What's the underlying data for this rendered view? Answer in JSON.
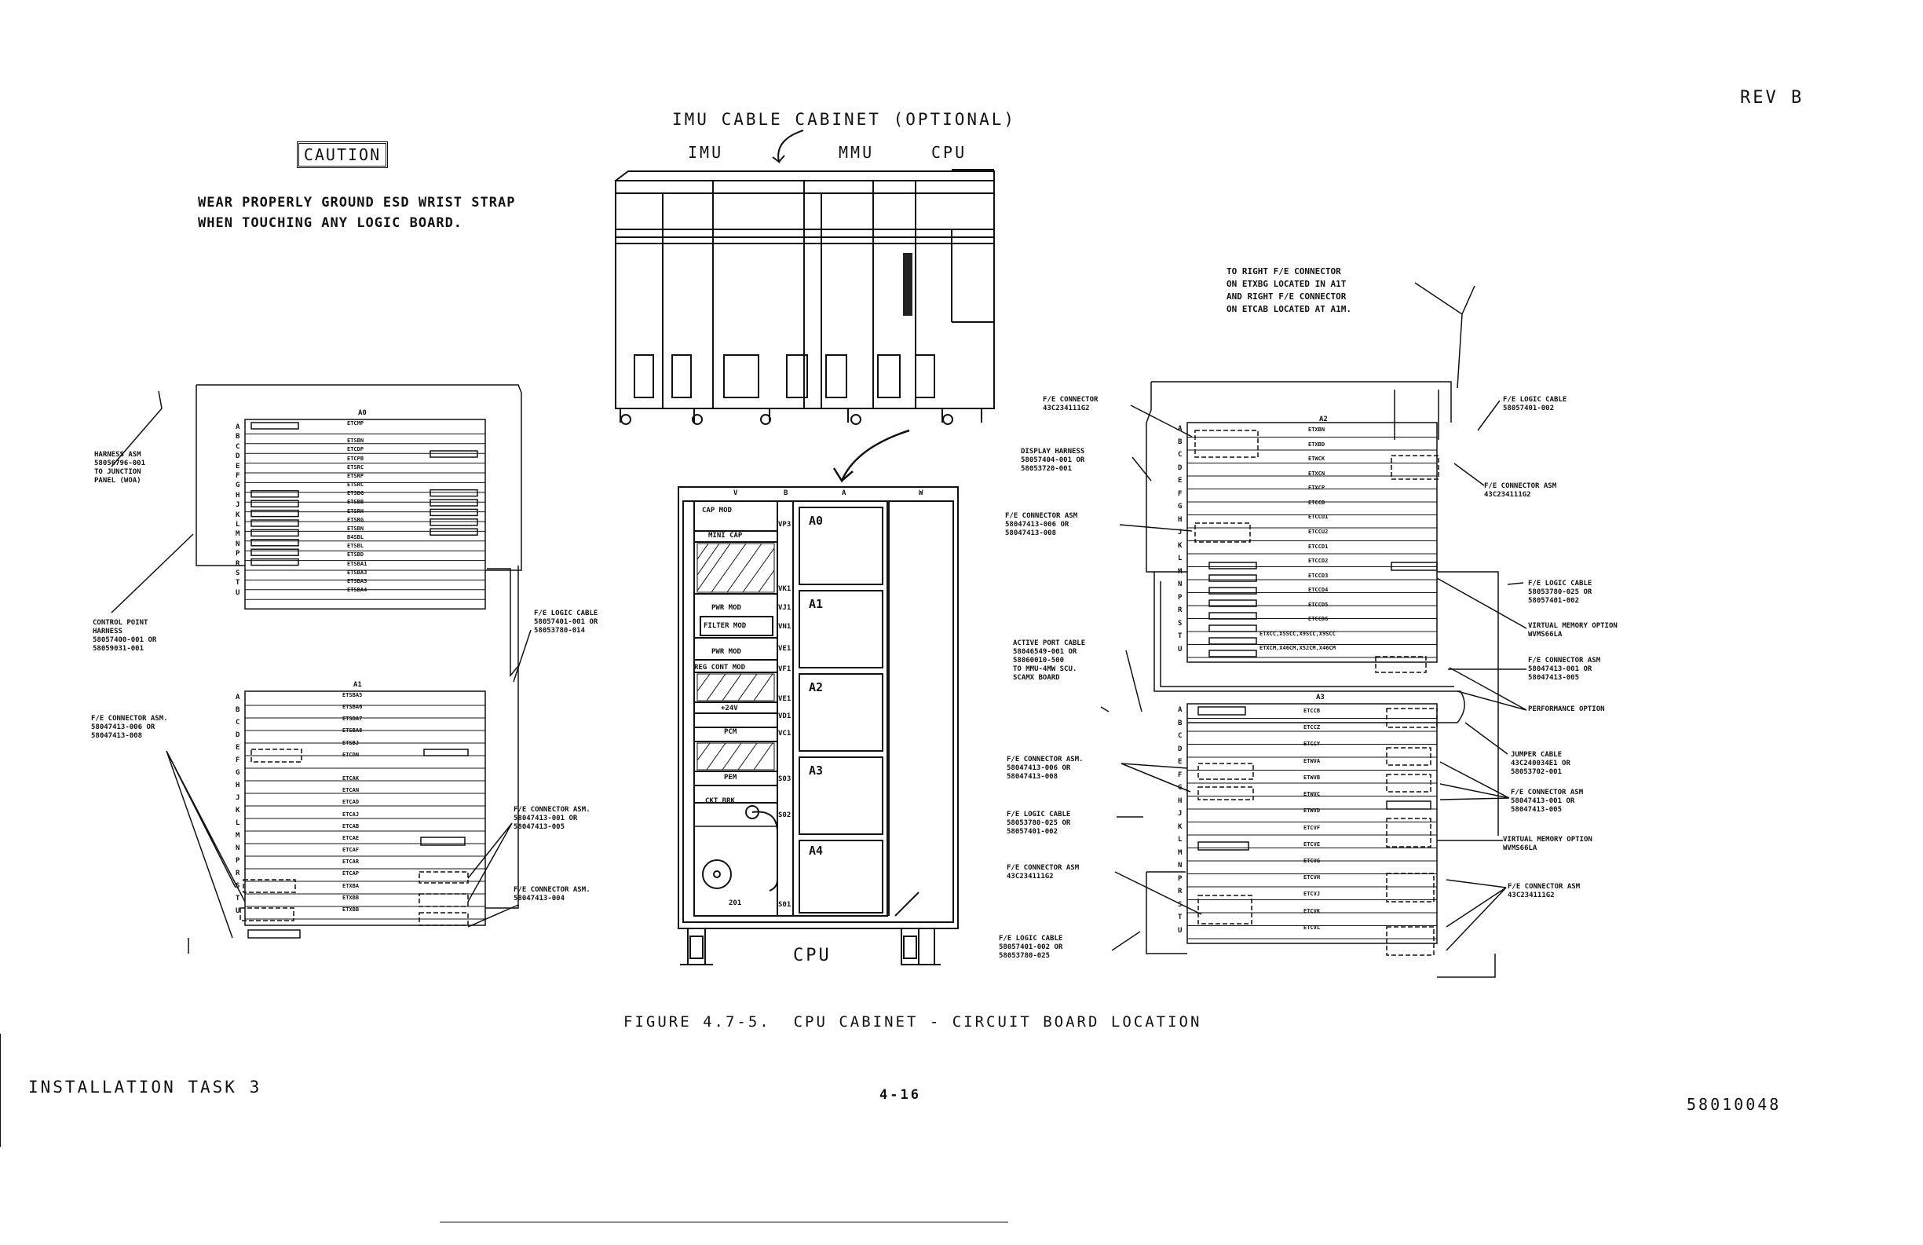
{
  "header": {
    "rev": "REV B"
  },
  "caution": {
    "label": "CAUTION",
    "line1": "WEAR PROPERLY GROUND ESD WRIST STRAP",
    "line2": "WHEN TOUCHING ANY LOGIC BOARD."
  },
  "imu_cabinet": {
    "title": "IMU CABLE CABINET (OPTIONAL)",
    "labels": [
      "IMU",
      "MMU",
      "CPU"
    ]
  },
  "cpu_cabinet": {
    "label": "CPU",
    "column_heads": [
      "V",
      "B",
      "A",
      "W"
    ],
    "modules": [
      "CAP MOD",
      "MINI CAP",
      "PWR MOD",
      "FILTER MOD",
      "PWR MOD",
      "REG CONT MOD",
      "+24V",
      "PCM",
      "PEM",
      "CKT BRK",
      "201"
    ],
    "side_codes": [
      "VP3",
      "VK1",
      "VJ1",
      "VN1",
      "VE1",
      "VF1",
      "VE1",
      "VD1",
      "VC1",
      "S03",
      "S02",
      "S01"
    ],
    "slots": [
      "A0",
      "A1",
      "A2",
      "A3",
      "A4"
    ]
  },
  "left_panel": {
    "rows_a0": [
      "A",
      "B",
      "C",
      "D",
      "E",
      "F",
      "G",
      "H",
      "J",
      "K",
      "L",
      "M",
      "N",
      "P",
      "R",
      "S",
      "T",
      "U"
    ],
    "rows_a1": [
      "A",
      "B",
      "C",
      "D",
      "E",
      "F",
      "G",
      "H",
      "J",
      "K",
      "L",
      "M",
      "N",
      "P",
      "R",
      "S",
      "T",
      "U"
    ],
    "a0_title": "A0",
    "a1_title": "A1",
    "a0_boards": [
      "ETCMP",
      "",
      "ETSBN",
      "ETCDP",
      "ETCPB",
      "ETSRC",
      "ETSRP",
      "ETSRC",
      "ETSBG",
      "ETSBB",
      "ETSRH",
      "ETSRG",
      "ETSBN",
      "B4SBL",
      "ETSBL",
      "ETSBD",
      "ETSBA1",
      "ETSBA3",
      "ETSBA3",
      "ETSBA4"
    ],
    "a1_boards": [
      "ETSBA5",
      "ETSBA6",
      "ETSBA7",
      "ETSBA8",
      "ETSBJ",
      "ETCDN",
      "",
      "ETCAK",
      "ETCAN",
      "ETCAD",
      "ETCAJ",
      "ETCAB",
      "ETCAE",
      "ETCAF",
      "ETCAR",
      "ETCAP",
      "ETXBA",
      "ETXBB",
      "ETXBB"
    ],
    "callouts": {
      "harness": "HARNESS ASM\n58056796-001\nTO JUNCTION\nPANEL (WOA)",
      "control_point": "CONTROL POINT\nHARNESS\n58057400-001 OR\n58059031-001",
      "fe_conn_left": "F/E CONNECTOR ASM.\n58047413-006 OR\n58047413-008",
      "fe_logic_mid": "F/E LOGIC CABLE\n58057401-001 OR\n58053780-014",
      "fe_conn_mid1": "F/E CONNECTOR ASM.\n58047413-001 OR\n58047413-005",
      "fe_conn_mid2": "F/E CONNECTOR ASM.\n58047413-004"
    }
  },
  "right_panel": {
    "a2_title": "A2",
    "a3_title": "A3",
    "rows_a2": [
      "A",
      "B",
      "C",
      "D",
      "E",
      "F",
      "G",
      "H",
      "J",
      "K",
      "L",
      "M",
      "N",
      "P",
      "R",
      "S",
      "T",
      "U"
    ],
    "rows_a3": [
      "A",
      "B",
      "C",
      "D",
      "E",
      "F",
      "G",
      "H",
      "J",
      "K",
      "L",
      "M",
      "N",
      "P",
      "R",
      "S",
      "T",
      "U"
    ],
    "a2_boards": [
      "ETXBN",
      "ETXBD",
      "ETWCK",
      "ETXCN",
      "ETXCP",
      "ETCCB",
      "ETCCU1",
      "ETCCU2",
      "ETCCD1",
      "ETCCD2",
      "ETCCD3",
      "ETCCD4",
      "ETCCD5",
      "ETCCD6",
      "ETXCC,X5SCC,X9SCC,X9SCC",
      "ETXCM,X46CM,X52CM,X46CM"
    ],
    "a3_boards": [
      "ETCCB",
      "ETCCZ",
      "ETCCY",
      "ETWVA",
      "ETWVB",
      "ETWVC",
      "ETWVD",
      "ETCVF",
      "ETCVE",
      "ETCVG",
      "ETCVH",
      "ETCVJ",
      "ETCVK",
      "ETCVL"
    ],
    "callouts": {
      "top_right": "TO RIGHT F/E CONNECTOR\nON ETXBG LOCATED IN A1T\nAND RIGHT F/E CONNECTOR\nON ETCAB LOCATED AT A1M.",
      "fe_connector": "F/E CONNECTOR\n43C234111G2",
      "display_harness": "DISPLAY HARNESS\n58057404-001 OR\n58053720-001",
      "fe_conn_asm_l1": "F/E CONNECTOR ASM\n58047413-006 OR\n58047413-008",
      "active_port": "ACTIVE PORT CABLE\n58046549-001 OR\n58060010-500\nTO MMU-4MW SCU.\nSCAMX BOARD",
      "fe_conn_asm_l2": "F/E CONNECTOR ASM.\n58047413-006 OR\n58047413-008",
      "fe_logic_l1": "F/E LOGIC CABLE\n58053780-025 OR\n58057401-002",
      "fe_conn_asm_l3": "F/E CONNECTOR ASM\n43C234111G2",
      "fe_logic_l2": "F/E LOGIC CABLE\n58057401-002 OR\n58053780-025",
      "fe_logic_r1": "F/E LOGIC CABLE\n58057401-002",
      "fe_conn_asm_r1": "F/E CONNECTOR ASM\n43C234111G2",
      "fe_logic_r2": "F/E LOGIC CABLE\n58053780-025 OR\n58057401-002",
      "virtual_mem_r1": "VIRTUAL MEMORY OPTION\nWVMS66LA",
      "fe_conn_asm_r2": "F/E CONNECTOR ASM\n58047413-001 OR\n58047413-005",
      "perf_option": "PERFORMANCE OPTION",
      "jumper": "JUMPER CABLE\n43C240034E1 OR\n58053702-001",
      "fe_conn_asm_r3": "F/E CONNECTOR ASM\n58047413-001 OR\n58047413-005",
      "virtual_mem_r2": "VIRTUAL MEMORY OPTION\nWVMS66LA",
      "fe_conn_asm_r4": "F/E CONNECTOR ASM\n43C234111G2"
    }
  },
  "figure_caption": "FIGURE 4.7-5.  CPU CABINET - CIRCUIT BOARD LOCATION",
  "footer": {
    "left": "INSTALLATION TASK 3",
    "center": "4-16",
    "right": "58010048"
  }
}
